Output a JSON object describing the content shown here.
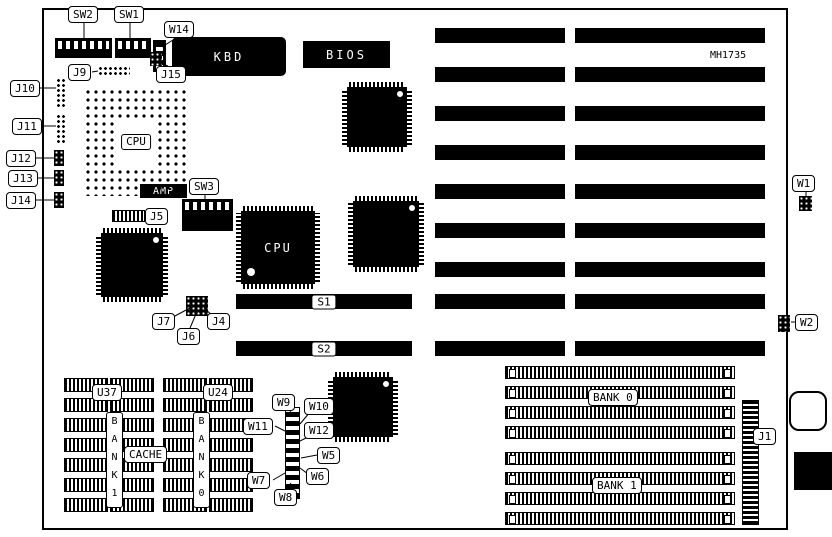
{
  "board": {
    "part_number": "MH1735"
  },
  "colors": {
    "silkscreen": "#000000",
    "board": "#ffffff"
  },
  "components": {
    "kbd": "KBD",
    "bios": "BIOS",
    "cpu_socket": "CPU",
    "cpu_chip": "CPU",
    "amp": "AMP"
  },
  "slots": {
    "s1": "S1",
    "s2": "S2"
  },
  "memory": {
    "u37": "U37",
    "u24": "U24",
    "cache": "CACHE",
    "bank_left_vertical": "B\nA\nN\nK\n1",
    "bank_right_vertical": "B\nA\nN\nK\n0",
    "simm_bank0": "BANK 0",
    "simm_bank1": "BANK 1"
  },
  "callouts": {
    "sw1": "SW1",
    "sw2": "SW2",
    "sw3": "SW3",
    "w1": "W1",
    "w2": "W2",
    "w5": "W5",
    "w6": "W6",
    "w7": "W7",
    "w8": "W8",
    "w9": "W9",
    "w10": "W10",
    "w11": "W11",
    "w12": "W12",
    "w14": "W14",
    "j1": "J1",
    "j4": "J4",
    "j5": "J5",
    "j6": "J6",
    "j7": "J7",
    "j9": "J9",
    "j10": "J10",
    "j11": "J11",
    "j12": "J12",
    "j13": "J13",
    "j14": "J14",
    "j15": "J15"
  }
}
